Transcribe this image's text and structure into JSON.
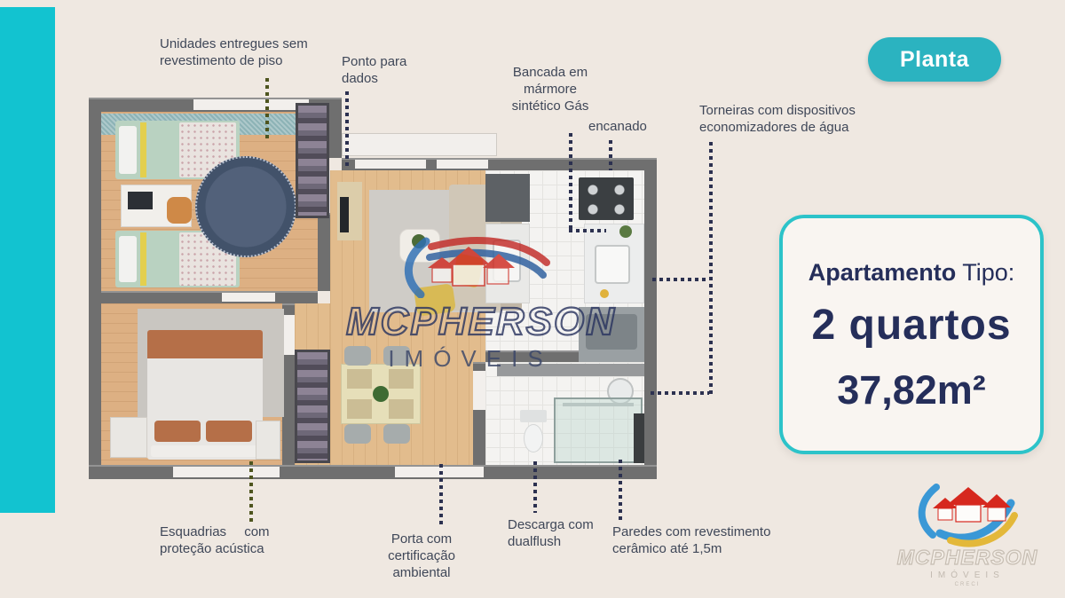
{
  "colors": {
    "background": "#efe8e1",
    "accent_teal": "#12c3d0",
    "badge_teal": "#2bb3c0",
    "card_border_teal": "#2cc3c9",
    "navy_heading": "#252e5a",
    "callout_text": "#3f4758",
    "dotted_navy": "#2c3150",
    "dotted_olive": "#4e551f"
  },
  "badge": {
    "label": "Planta"
  },
  "card": {
    "title_bold": "Apartamento",
    "title_light": "Tipo:",
    "rooms": "2 quartos",
    "area": "37,82m²"
  },
  "callouts": {
    "unidades": {
      "lines": [
        "Unidades entregues sem",
        "revestimento de piso"
      ]
    },
    "ponto_dados": {
      "lines": [
        "Ponto para",
        "dados"
      ]
    },
    "bancada": {
      "lines": [
        "Bancada em",
        "mármore",
        "sintético Gás"
      ]
    },
    "encanado": {
      "lines": [
        "encanado"
      ]
    },
    "torneiras": {
      "lines": [
        "Torneiras com dispositivos",
        "economizadores de água"
      ]
    },
    "esquadrias": {
      "lines": [
        "Esquadrias com",
        "proteção acústica"
      ]
    },
    "porta": {
      "lines": [
        "Porta com",
        "certificação",
        "ambiental"
      ]
    },
    "descarga": {
      "lines": [
        "Descarga com",
        "dualflush"
      ]
    },
    "paredes": {
      "lines": [
        "Paredes com revestimento",
        "cerâmico até 1,5m"
      ]
    }
  },
  "watermark": {
    "brand": "MCPHERSON",
    "subtitle": "IMÓVEIS"
  },
  "footer_logo": {
    "brand": "MCPHERSON",
    "subtitle": "IMÓVEIS",
    "creci": "CRECI"
  }
}
